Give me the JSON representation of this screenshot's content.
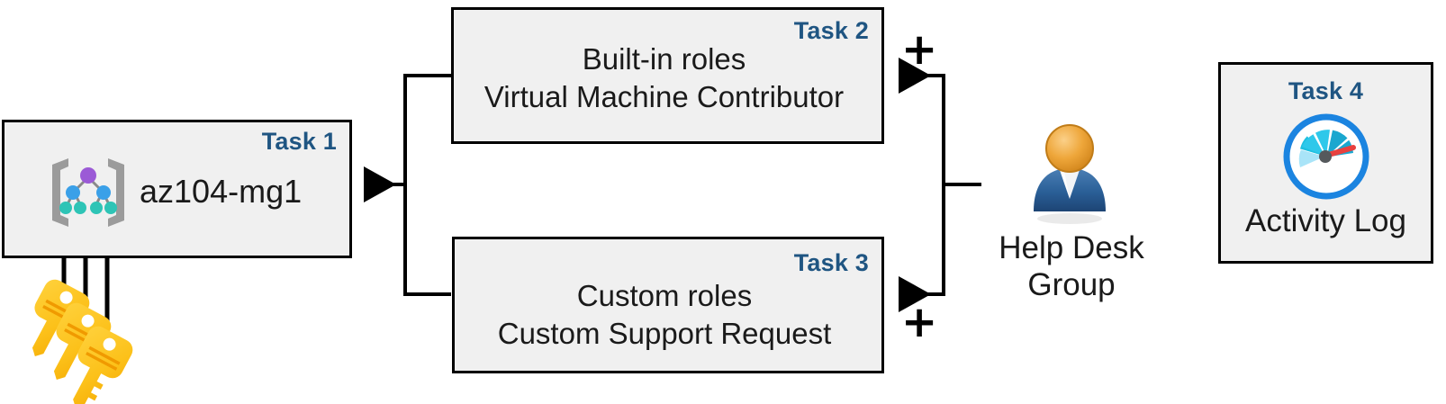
{
  "diagram": {
    "title": "Azure RBAC task diagram",
    "accent_color": "#1f5582",
    "box_fill": "#f0f0f0",
    "box_border": "#000000"
  },
  "task1": {
    "label": "Task 1",
    "text": "az104-mg1",
    "icon": "management-group-icon"
  },
  "task2": {
    "label": "Task 2",
    "line1": "Built-in roles",
    "line2": "Virtual Machine Contributor"
  },
  "task3": {
    "label": "Task 3",
    "line1": "Custom roles",
    "line2": "Custom Support Request"
  },
  "task4": {
    "label": "Task 4",
    "text": "Activity Log",
    "icon": "gauge-icon"
  },
  "helpdesk": {
    "line1": "Help Desk",
    "line2": "Group",
    "icon": "user-group-icon"
  },
  "connectors": {
    "plus_top": "+",
    "plus_bottom": "+",
    "keys_icon": "keys-icon"
  }
}
